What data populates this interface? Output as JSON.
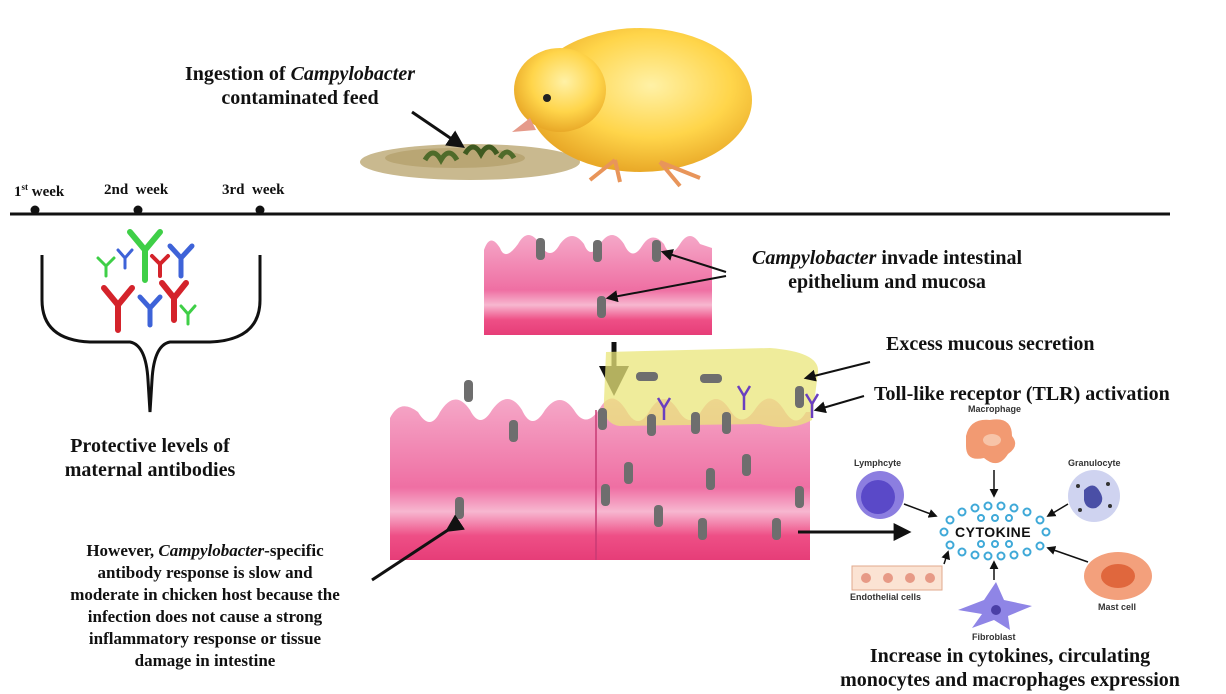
{
  "ingestion": {
    "line1_prefix": "Ingestion of ",
    "line1_italic": "Campylobacter",
    "line2": "contaminated feed"
  },
  "timeline": {
    "week1_num": "1",
    "week1_sup": "st",
    "week1_word": " week",
    "week2": "2nd  week",
    "week3": "3rd  week"
  },
  "maternal": {
    "line1": "Protective levels of",
    "line2": "maternal antibodies"
  },
  "invade": {
    "italic": "Campylobacter",
    "rest": " invade intestinal",
    "line2": "epithelium and mucosa"
  },
  "mucous": "Excess mucous secretion",
  "tlr": "Toll-like receptor (TLR) activation",
  "response": {
    "line1_prefix": "However, ",
    "line1_italic": "Campylobacter",
    "line1_suffix": "-specific",
    "line2": "antibody response is slow and",
    "line3": "moderate in chicken host because the",
    "line4": "infection does not cause a strong",
    "line5": "inflammatory response or tissue",
    "line6": "damage in intestine"
  },
  "cells": {
    "macrophage": "Macrophage",
    "lymphocyte": "Lymphcyte",
    "granulocyte": "Granulocyte",
    "endothelial": "Endothelial cells",
    "mast": "Mast cell",
    "fibroblast": "Fibroblast",
    "cytokine": "CYTOKINE"
  },
  "cytokines": {
    "line1": "Increase in cytokines, circulating",
    "line2": "monocytes and macrophages expression"
  },
  "colors": {
    "tissue_pink": "#ef5f96",
    "tissue_light": "#f7b4d0",
    "mucus_yellow": "#e9e57a",
    "bacteria_gray": "#6e6e6e",
    "cytokine_blue": "#3fa9d8",
    "receptor_purple": "#6a3fc0"
  }
}
